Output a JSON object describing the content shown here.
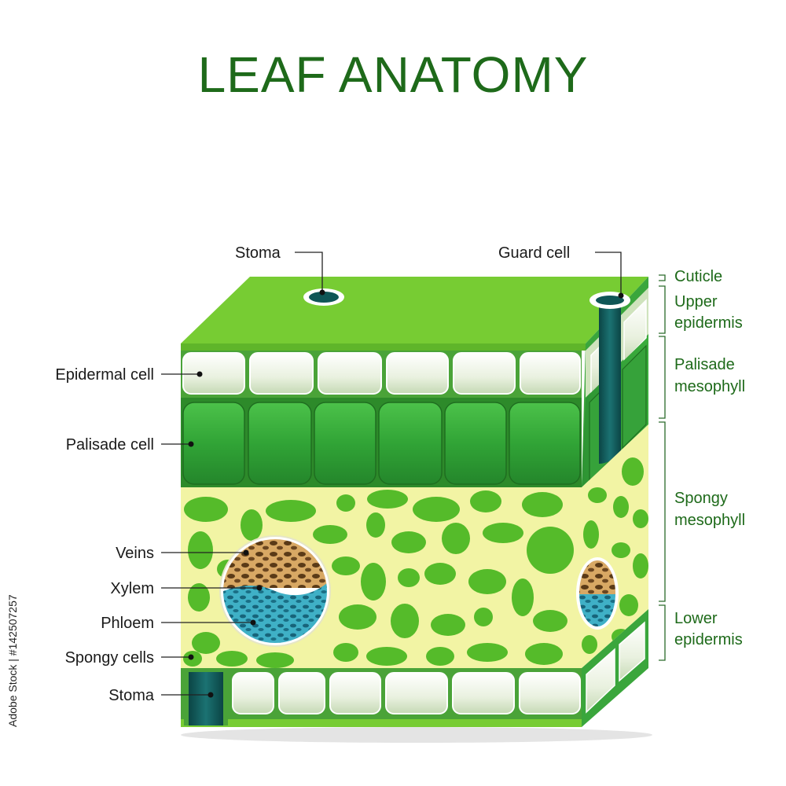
{
  "title": "LEAF ANATOMY",
  "left_labels": {
    "epidermal_cell": "Epidermal cell",
    "palisade_cell": "Palisade cell",
    "veins": "Veins",
    "xylem": "Xylem",
    "phloem": "Phloem",
    "spongy_cells": "Spongy cells",
    "stoma_bottom": "Stoma"
  },
  "top_labels": {
    "stoma_top": "Stoma",
    "guard_cell": "Guard cell"
  },
  "right_labels": {
    "cuticle": "Cuticle",
    "upper_epidermis_1": "Upper",
    "upper_epidermis_2": "epidermis",
    "palisade_1": "Palisade",
    "palisade_2": "mesophyll",
    "spongy_1": "Spongy",
    "spongy_2": "mesophyll",
    "lower_1": "Lower",
    "lower_2": "epidermis"
  },
  "credit": "Adobe Stock | #142507257",
  "colors": {
    "title": "#1e6a1a",
    "top_surface": "#77cc33",
    "palisade": "#39a83a",
    "epidermis": "#e8f2dd",
    "spongy_bg": "#f2f4a4",
    "spongy_cells": "#55bb2a",
    "xylem": "#d4a059",
    "phloem": "#2fa3bb",
    "stoma": "#0f5656"
  }
}
